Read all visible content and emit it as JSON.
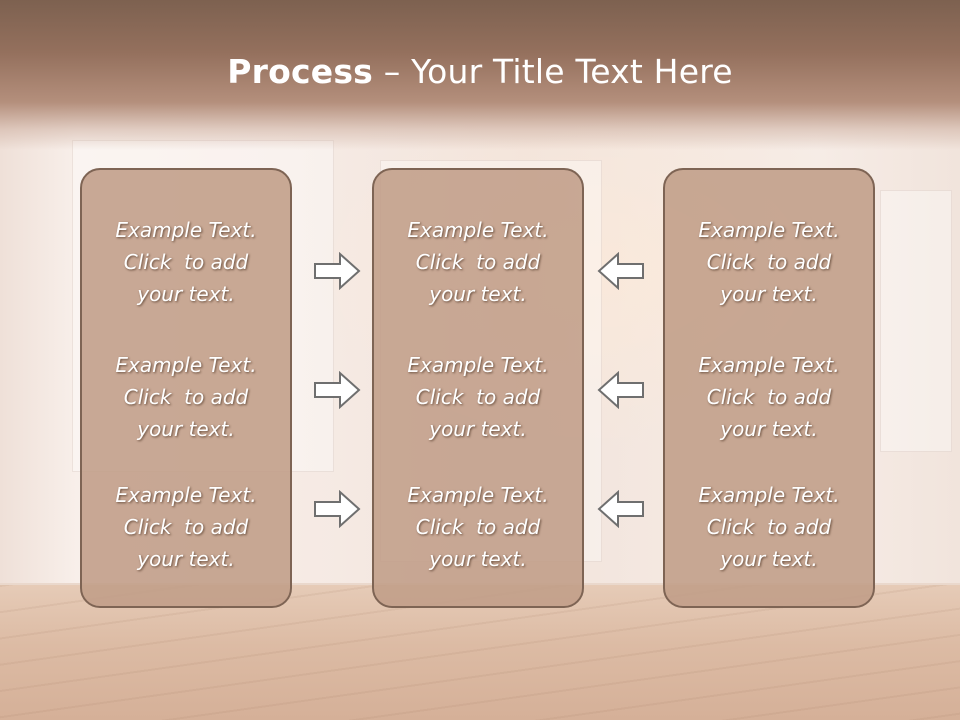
{
  "slide": {
    "title_bold": "Process",
    "title_rest": " – Your Title Text Here"
  },
  "columns": [
    {
      "name": "left",
      "items": [
        {
          "line1": "Example Text.",
          "line2": "Click  to add",
          "line3": "your text."
        },
        {
          "line1": "Example Text.",
          "line2": "Click  to add",
          "line3": "your text."
        },
        {
          "line1": "Example Text.",
          "line2": "Click  to add",
          "line3": "your text."
        }
      ]
    },
    {
      "name": "center",
      "items": [
        {
          "line1": "Example Text.",
          "line2": "Click  to add",
          "line3": "your text."
        },
        {
          "line1": "Example Text.",
          "line2": "Click  to add",
          "line3": "your text."
        },
        {
          "line1": "Example Text.",
          "line2": "Click  to add",
          "line3": "your text."
        }
      ]
    },
    {
      "name": "right",
      "items": [
        {
          "line1": "Example Text.",
          "line2": "Click  to add",
          "line3": "your text."
        },
        {
          "line1": "Example Text.",
          "line2": "Click  to add",
          "line3": "your text."
        },
        {
          "line1": "Example Text.",
          "line2": "Click  to add",
          "line3": "your text."
        }
      ]
    }
  ],
  "arrows": {
    "left_to_center": [
      "arrow-right-icon",
      "arrow-right-icon",
      "arrow-right-icon"
    ],
    "right_to_center": [
      "arrow-left-icon",
      "arrow-left-icon",
      "arrow-left-icon"
    ]
  },
  "colors": {
    "header_band": "#94705d",
    "box_fill": "#c09d87",
    "box_border": "#7e6454",
    "text": "#ffffff",
    "arrow_stroke": "#6f6f6f"
  }
}
